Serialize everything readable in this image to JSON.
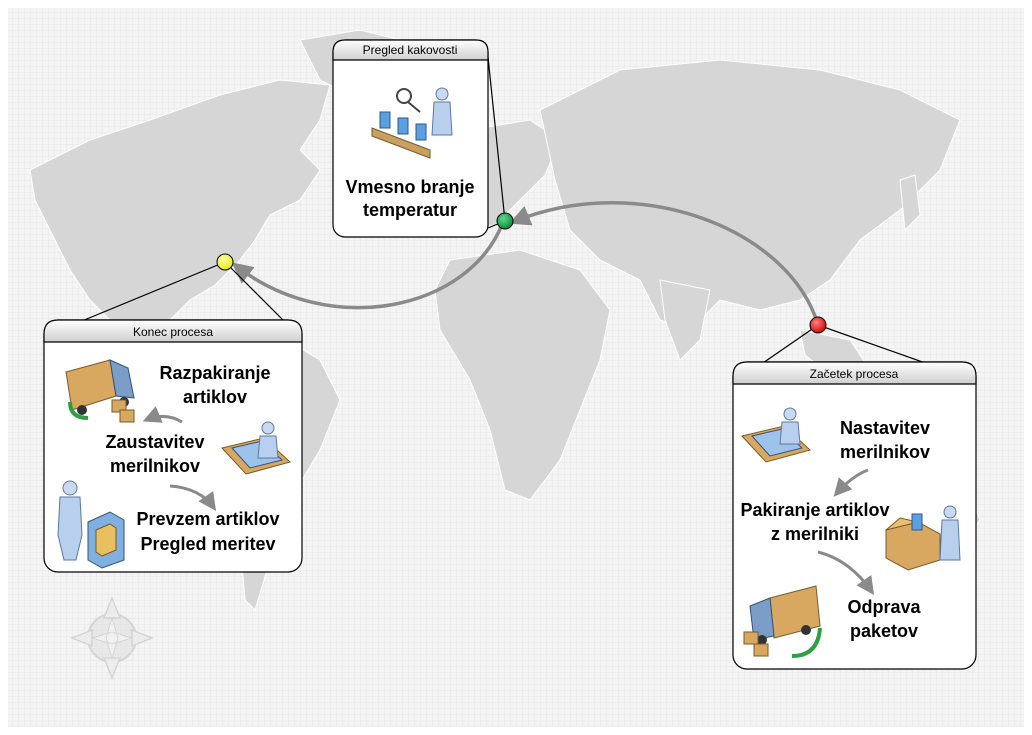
{
  "panels": {
    "quality": {
      "header": "Pregled kakovosti",
      "line1": "Vmesno branje",
      "line2": "temperatur"
    },
    "end": {
      "header": "Konec procesa",
      "step1_line1": "Razpakiranje",
      "step1_line2": "artiklov",
      "step2_line1": "Zaustavitev",
      "step2_line2": "merilnikov",
      "step3_line1": "Prevzem artiklov",
      "step3_line2": "Pregled meritev"
    },
    "start": {
      "header": "Začetek procesa",
      "step1_line1": "Nastavitev",
      "step1_line2": "merilnikov",
      "step2_line1": "Pakiranje artiklov",
      "step2_line2": "z merilniki",
      "step3_line1": "Odprava",
      "step3_line2": "paketov"
    }
  },
  "markers": {
    "start": "red",
    "middle": "green",
    "end": "yellow"
  },
  "colors": {
    "start_marker": "#e60000",
    "middle_marker": "#00a03c",
    "end_marker": "#f5f500",
    "route": "#8a8a8a",
    "land": "#d4d4d4",
    "grid": "#eaeaea"
  },
  "icons": [
    "delivery-truck-icon",
    "worker-at-desk-icon",
    "worker-with-box-icon",
    "inspector-conveyor-icon",
    "packing-worker-icon",
    "compass-rose-icon"
  ]
}
